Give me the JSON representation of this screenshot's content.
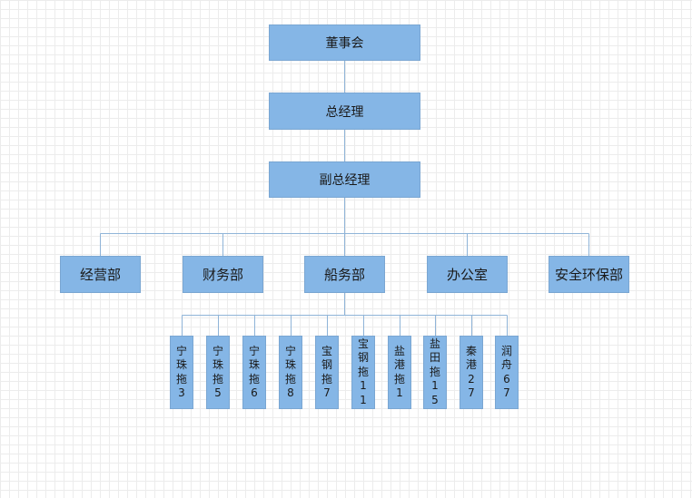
{
  "org": {
    "board": "董事会",
    "gm": "总经理",
    "deputy_gm": "副总经理",
    "departments": [
      "经营部",
      "财务部",
      "船务部",
      "办公室",
      "安全环保部"
    ],
    "vessels": [
      "宁珠拖3",
      "宁珠拖5",
      "宁珠拖6",
      "宁珠拖8",
      "宝钢拖7",
      "宝钢拖11",
      "盐港拖1",
      "盐田拖15",
      "秦港27",
      "润舟67"
    ]
  },
  "colors": {
    "box": "#85b6e6",
    "line": "#8fb4d8"
  }
}
